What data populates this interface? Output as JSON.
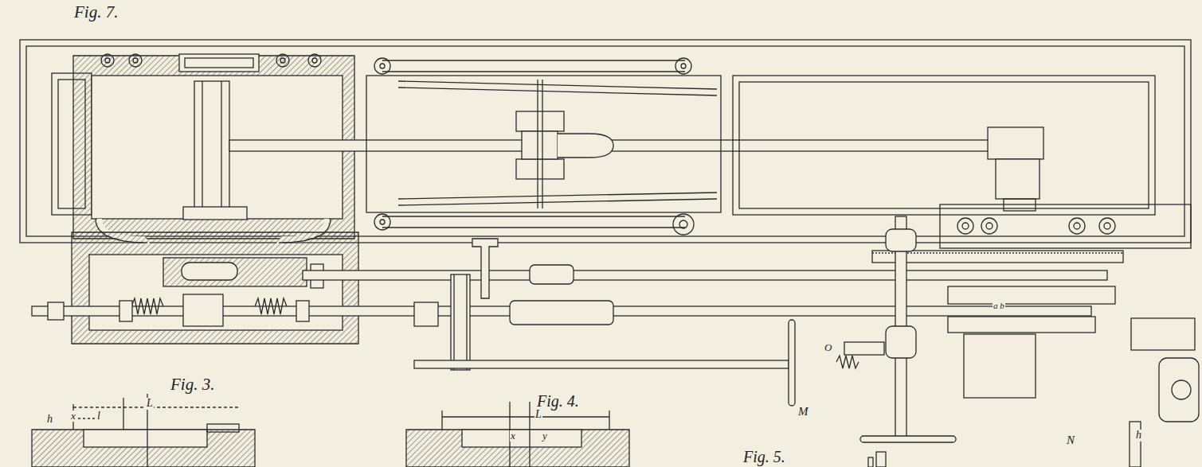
{
  "diagram": {
    "labels": [
      "Fig. 7.",
      "Fig. 3.",
      "Fig. 4.",
      "Fig. 5.",
      "L",
      "h",
      "x",
      "l",
      "L",
      "x",
      "y",
      "a b",
      "O",
      "M",
      "N",
      "h"
    ]
  }
}
